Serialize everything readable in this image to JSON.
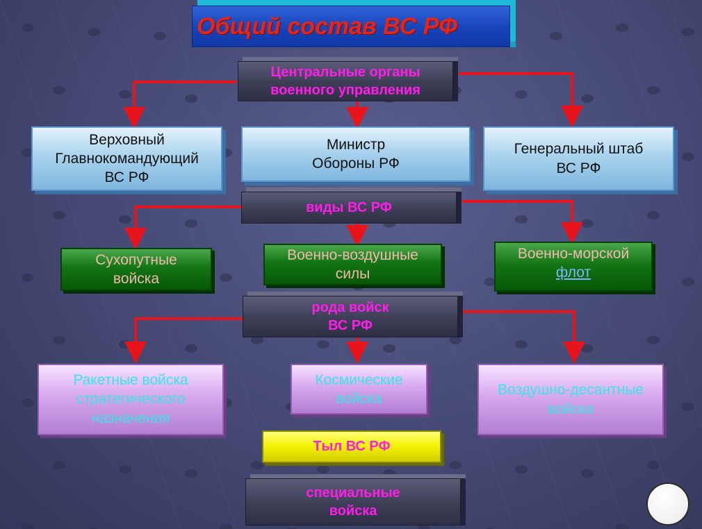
{
  "title": "Общий состав ВС РФ",
  "central": {
    "line1": "Центральные органы",
    "line2": "военного управления"
  },
  "leaders": [
    {
      "line1": "Верховный",
      "line2": "Главнокомандующий",
      "line3": "ВС РФ"
    },
    {
      "line1": "Министр",
      "line2": "Обороны РФ"
    },
    {
      "line1": "Генеральный штаб",
      "line2": "ВС РФ"
    }
  ],
  "types_header": {
    "text": "виды ВС РФ"
  },
  "types": [
    {
      "line1": "Сухопутные",
      "line2": "войска"
    },
    {
      "line1": "Военно-воздушные",
      "line2": "силы"
    },
    {
      "line1": "Военно-морской",
      "line2": "флот"
    }
  ],
  "branches_header": {
    "line1": "рода войск",
    "line2": "ВС РФ"
  },
  "branches": [
    {
      "line1": "Ракетные войска",
      "line2": "стратегического",
      "line3": "назначения"
    },
    {
      "line1": "Космические",
      "line2": "войска"
    },
    {
      "line1": "Воздушно-десантные",
      "line2": "войска"
    }
  ],
  "rear": {
    "text": "Тыл ВС РФ"
  },
  "special": {
    "line1": "специальные",
    "line2": "войска"
  },
  "colors": {
    "title_text": "#e3261b",
    "header_text": "#ff1ee8",
    "arrow": "#e8141c",
    "branch_text": "#37e6e6",
    "type_text": "#f2b8b0"
  },
  "icons": {
    "circle": "circle-button-icon",
    "arrow": "arrow-down-icon"
  }
}
